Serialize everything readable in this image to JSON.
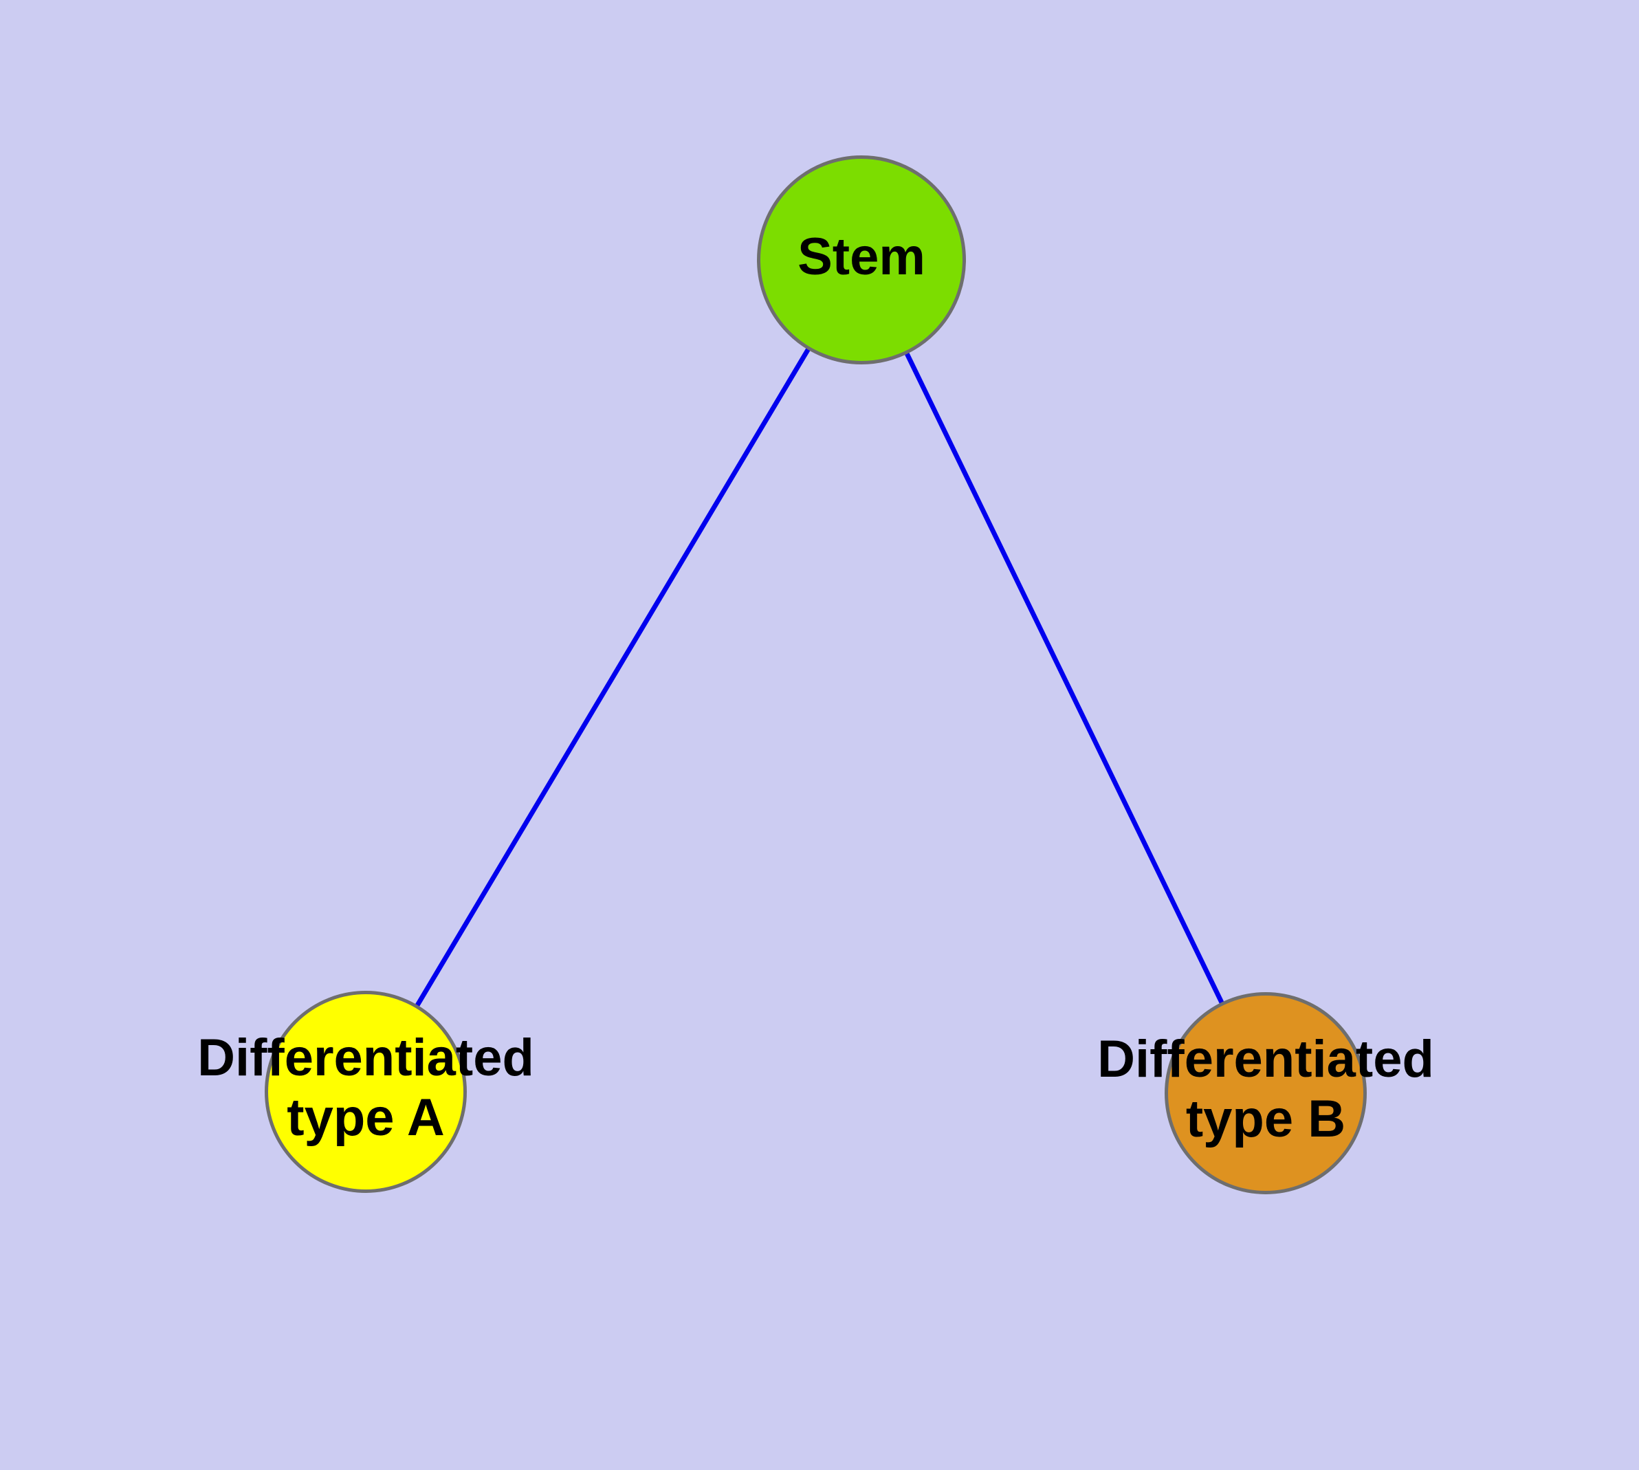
{
  "diagram": {
    "title": "stem-cell-differentiation-graph",
    "background_color": "#ccccf2",
    "edge_color": "#0000ee",
    "node_border_color": "#6e6e6e",
    "nodes": {
      "stem": {
        "label": "Stem",
        "color": "#7cdd00"
      },
      "type_a": {
        "label_line1": "Differentiated",
        "label_line2": "type A",
        "color": "#ffff00"
      },
      "type_b": {
        "label_line1": "Differentiated",
        "label_line2": "type B",
        "color": "#de9220"
      }
    },
    "edges": [
      {
        "from": "stem",
        "to": "type_a"
      },
      {
        "from": "stem",
        "to": "type_b"
      }
    ]
  }
}
